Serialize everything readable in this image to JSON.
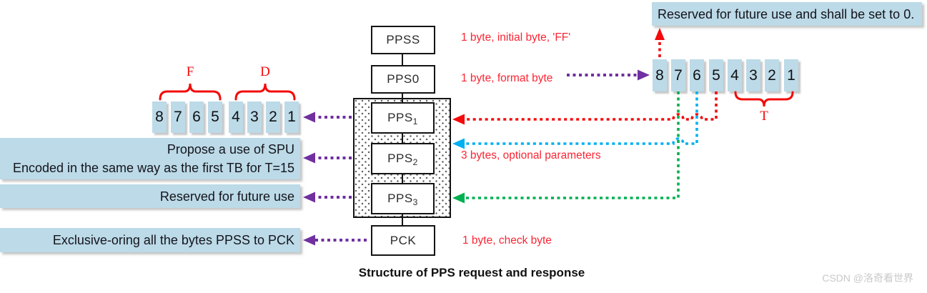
{
  "diagram": {
    "caption": "Structure of PPS request and response",
    "watermark": "CSDN @洛奇看世界"
  },
  "nodes": {
    "ppss": "PPSS",
    "pps0": "PPS0",
    "pps_base": "PPS",
    "pps1_sub": "1",
    "pps2_sub": "2",
    "pps3_sub": "3",
    "pck": "PCK"
  },
  "annotations": {
    "initial_byte": "1 byte, initial byte, 'FF'",
    "format_byte": "1 byte, format byte",
    "optional_params": "3 bytes, optional parameters",
    "check_byte": "1 byte, check byte"
  },
  "left_bits": [
    "8",
    "7",
    "6",
    "5",
    "4",
    "3",
    "2",
    "1"
  ],
  "right_bits": [
    "8",
    "7",
    "6",
    "5",
    "4",
    "3",
    "2",
    "1"
  ],
  "brace_labels": {
    "f": "F",
    "d": "D",
    "t": "T"
  },
  "notes": {
    "spu_line1": "Propose a use of SPU",
    "spu_line2": "Encoded in the same way as the first TB for T=15",
    "reserved": "Reserved for future use",
    "xor": "Exclusive-oring all the bytes PPSS to PCK",
    "reserved_zero": "Reserved for future use and shall be set to 0."
  },
  "colors": {
    "box_blue": "#bcdae7",
    "red": "#f40a0a",
    "red_text": "#fb2533",
    "purple": "#7030a0",
    "cyan": "#00b0f0",
    "green": "#00b050"
  }
}
